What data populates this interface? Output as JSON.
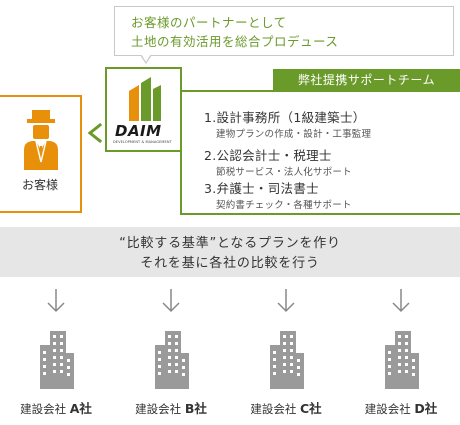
{
  "colors": {
    "green": "#6a9a2a",
    "orange": "#e8900a",
    "band_gray": "#e6e6e6",
    "building_gray": "#9a9a9a"
  },
  "bubble": {
    "line1": "お客様のパートナーとして",
    "line2": "土地の有効活用を総合プロデュース"
  },
  "customer": {
    "icon": "person-in-suit-icon",
    "label": "お客様"
  },
  "logo": {
    "name": "DAIM",
    "subtitle": "DEVELOPMENT & MANAGEMENT"
  },
  "team": {
    "header": "弊社提携サポートチーム",
    "members": [
      {
        "title": "1.設計事務所（1級建築士）",
        "sub": "建物プランの作成・設計・工事監理"
      },
      {
        "title": "2.公認会計士・税理士",
        "sub": "節税サービス・法人化サポート"
      },
      {
        "title": "3.弁護士・司法書士",
        "sub": "契約書チェック・各種サポート"
      }
    ]
  },
  "band": {
    "line1": "“比較する基準”となるプランを作り",
    "line2": "それを基に各社の比較を行う"
  },
  "companies": [
    {
      "prefix": "建設会社 ",
      "letter": "A社"
    },
    {
      "prefix": "建設会社 ",
      "letter": "B社"
    },
    {
      "prefix": "建設会社 ",
      "letter": "C社"
    },
    {
      "prefix": "建設会社 ",
      "letter": "D社"
    }
  ]
}
